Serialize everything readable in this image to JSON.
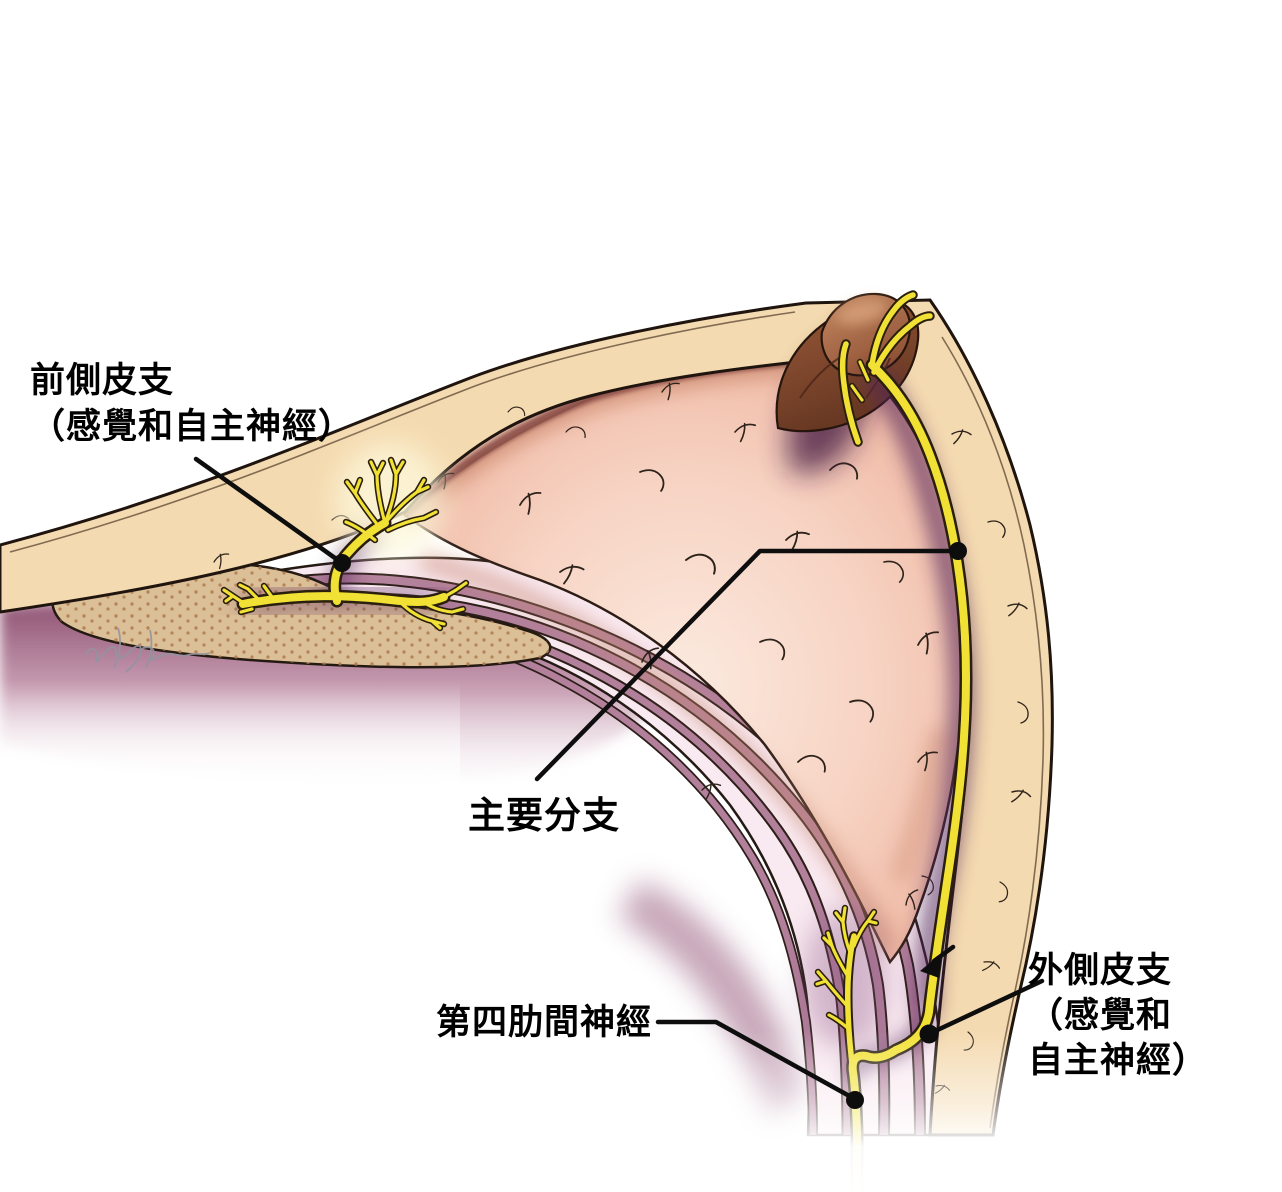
{
  "labels": {
    "anterior_cutaneous": {
      "lines": [
        "前側皮支",
        "（感覺和自主神經）"
      ]
    },
    "main_branch": {
      "lines": [
        "主要分支"
      ]
    },
    "fourth_intercostal": {
      "lines": [
        "第四肋間神經"
      ]
    },
    "lateral_cutaneous": {
      "lines": [
        "外側皮支",
        "（感覺和",
        "自主神經）"
      ]
    }
  },
  "colors": {
    "background": "#ffffff",
    "skin": "#f4dab0",
    "breast_tissue": "#f6d2c2",
    "breast_edge": "#8a4d47",
    "muscle_light": "#f9e9f0",
    "muscle_stripe": "#b2809b",
    "deep_muscle": "#8e5172",
    "bone": "#dbbf97",
    "nipple": "#8f5134",
    "nerve_yellow": "#f2e135",
    "nerve_outline": "#2a1f0e",
    "nerve_glow": "#55265a",
    "annotation_line": "#0e0e0e",
    "signature": "#9494a0"
  }
}
